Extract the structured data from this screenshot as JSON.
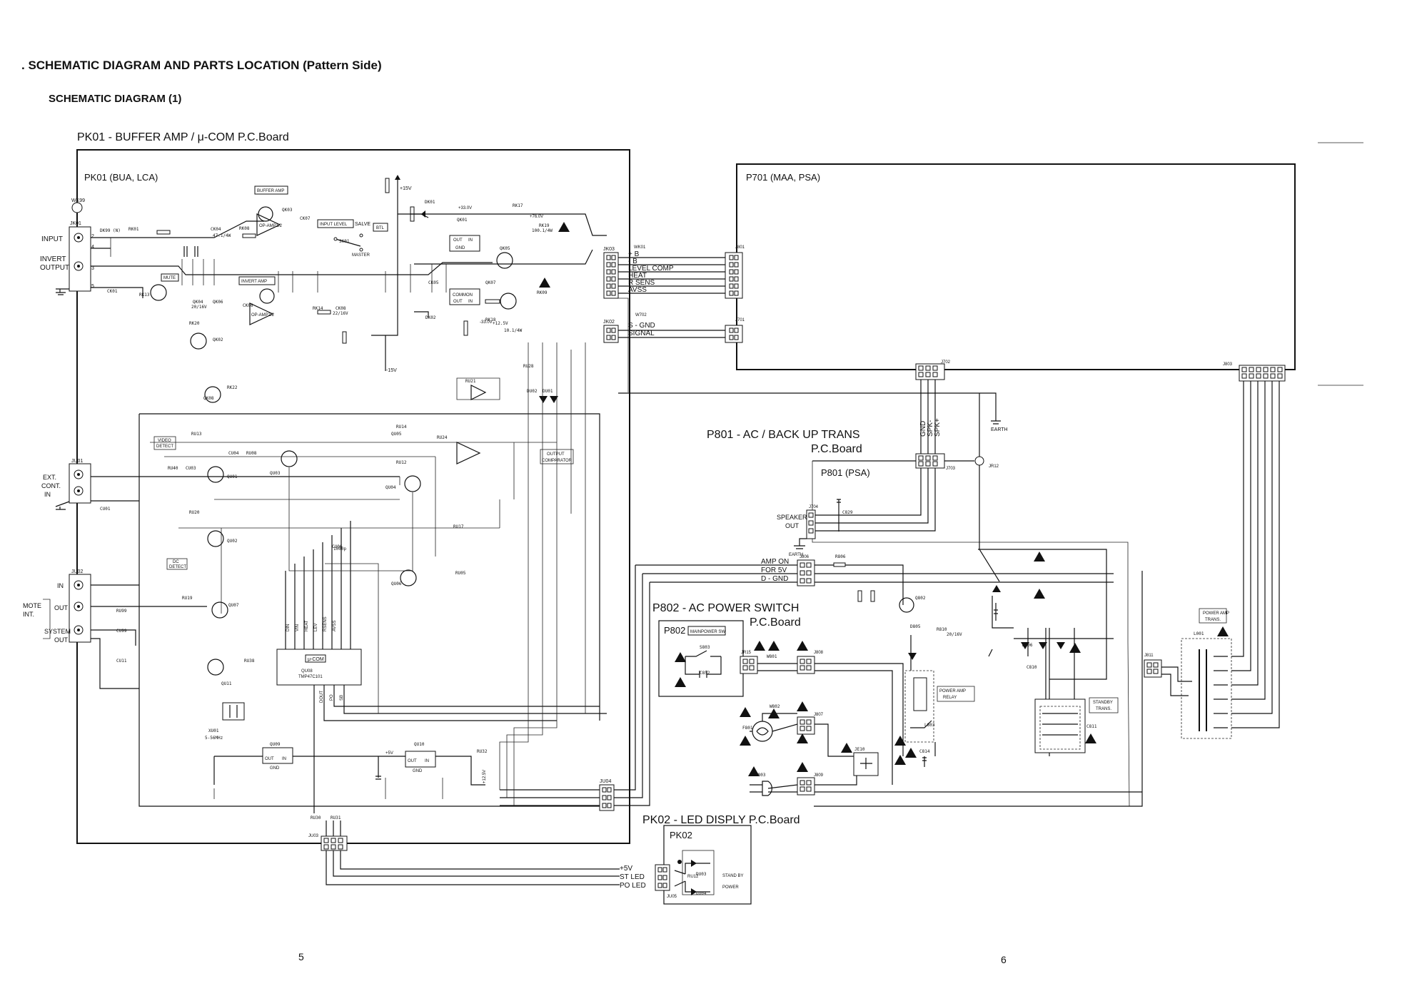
{
  "header": {
    "title": ". SCHEMATIC DIAGRAM AND PARTS LOCATION (Pattern Side)",
    "subtitle": "SCHEMATIC DIAGRAM (1)"
  },
  "boards": {
    "pk01_title": "PK01 - BUFFER AMP / μ-COM  P.C.Board",
    "pk01_inner": "PK01 (BUA, LCA)",
    "p701": "P701 (MAA, PSA)",
    "p801_title_1": "P801 - AC / BACK UP TRANS",
    "p801_title_2": "P.C.Board",
    "p801_inner": "P801 (PSA)",
    "p802_title_1": "P802 - AC POWER SWITCH",
    "p802_title_2": "P.C.Board",
    "p802_inner": "P802",
    "pk02_title": "PK02 - LED DISPLY P.C.Board",
    "pk02_inner": "PK02"
  },
  "io_labels": {
    "input": "INPUT",
    "invert_output_1": "INVERT",
    "invert_output_2": "OUTPUT",
    "ext_1": "EXT.",
    "ext_2": "CONT.",
    "ext_3": "IN",
    "remote_1": "MOTE",
    "remote_2": "INT.",
    "in": "IN",
    "out": "OUT",
    "system_1": "SYSTEM",
    "system_2": "OUT",
    "speaker_1": "SPEAKER",
    "speaker_2": "OUT",
    "earth": "EARTH"
  },
  "block_labels": {
    "buffer_amp": "BUFFER AMP",
    "invert_amp": "INVERT AMP",
    "input_level": "INPUT LEVEL",
    "btl": "BTL",
    "mute": "MUTE",
    "salve": "SALVE",
    "master": "MASTER",
    "video_detect_1": "VIDEO",
    "video_detect_2": "DETECT",
    "dc_detect_1": "DC",
    "dc_detect_2": "DETECT",
    "output_comparator_1": "OUTPUT",
    "output_comparator_2": "COMPARATOR",
    "ucom": "μ-COM",
    "ucom_part_1": "QU08",
    "ucom_part_2": "TMP47C101",
    "xtal_1": "XU01",
    "xtal_2": "5-56MHz",
    "mainpower_sw": "MAINPOWER SW",
    "power_amp_relay_1": "POWER AMP",
    "power_amp_relay_2": "RELAY",
    "standby_trans_1": "STANDBY",
    "standby_trans_2": "TRANS.",
    "power_amp_trans_1": "POWER AMP",
    "power_amp_trans_2": "TRANS.",
    "stand_by": "STAND BY",
    "power": "POWER"
  },
  "signals": {
    "jk03": [
      "+ B",
      "- B",
      "LEVEL COMP",
      "HEAT",
      "R SENS",
      "AVSS"
    ],
    "jk02": [
      "S - GND",
      "SIGNAL"
    ],
    "p801_jx": [
      "GND",
      "SPK-",
      "SPK+"
    ],
    "wu02": [
      "AMP ON",
      "FOR 5V",
      "D - GND"
    ],
    "wu05": [
      "+5V",
      "ST LED",
      "PO LED"
    ],
    "ucom_pins": [
      "DIN",
      "VIN",
      "HEAT",
      "LEV",
      "RSENS",
      "AVSS"
    ],
    "ucom_bottom": [
      "DOUT",
      "PO",
      "SB"
    ]
  },
  "refs": {
    "connectors": [
      "JK01",
      "JK03",
      "JK02",
      "JU01",
      "JU02",
      "JU03",
      "JU04",
      "JU05",
      "J801",
      "J701",
      "J702",
      "J803",
      "J703",
      "J704",
      "J806",
      "J808",
      "J807",
      "J809",
      "J811",
      "JR15",
      "JR12"
    ],
    "pk01_parts": [
      "WK99",
      "DK99 (N)",
      "RK01",
      "CK04",
      "RK08",
      "QK03",
      "CK07",
      "SK01",
      "DK01",
      "RK17",
      "QK01",
      "QK05",
      "RK19",
      "CK03",
      "RK11",
      "RK13",
      "QK04",
      "QK06",
      "RK20",
      "QK02",
      "RK05",
      "CK05",
      "QK07",
      "RK09",
      "RK12",
      "RK22",
      "QK08",
      "CK06",
      "RK14",
      "CK08",
      "DK02",
      "RK18",
      "CK01"
    ],
    "ju_parts": [
      "QU01",
      "QU02",
      "QU03",
      "QU04",
      "QU05",
      "QU06",
      "QU07",
      "QU09",
      "QU10",
      "QU11",
      "CU04",
      "RU08",
      "RU40",
      "CU03",
      "RU20",
      "RU17",
      "RU05",
      "RU19",
      "RU99",
      "CU99",
      "CU01",
      "CU11",
      "RU38",
      "RU30",
      "RU31",
      "RU32",
      "DU01",
      "DU02",
      "DU03",
      "DU04",
      "RU28",
      "CU06",
      "RU24",
      "RU14",
      "RU12",
      "RU13",
      "RU21"
    ],
    "p8_parts": [
      "W702",
      "WK01",
      "S803",
      "C852",
      "W801",
      "W802",
      "W803",
      "F801",
      "Q802",
      "R810",
      "D805",
      "D806",
      "L803",
      "C809",
      "C814",
      "C811",
      "C810",
      "L801",
      "L001",
      "R806",
      "C829",
      "JE10"
    ],
    "voltages": [
      "+15V",
      "-15V",
      "+33.0V",
      "-33.0V",
      "+76.0V",
      "+5V",
      "+12.5V",
      "10.1/4W",
      "100.1/4W",
      "47.1/4W",
      "20/16V",
      "22/16V",
      "47/16V",
      "1000p"
    ]
  },
  "page_numbers": {
    "left": "5",
    "right": "6"
  }
}
